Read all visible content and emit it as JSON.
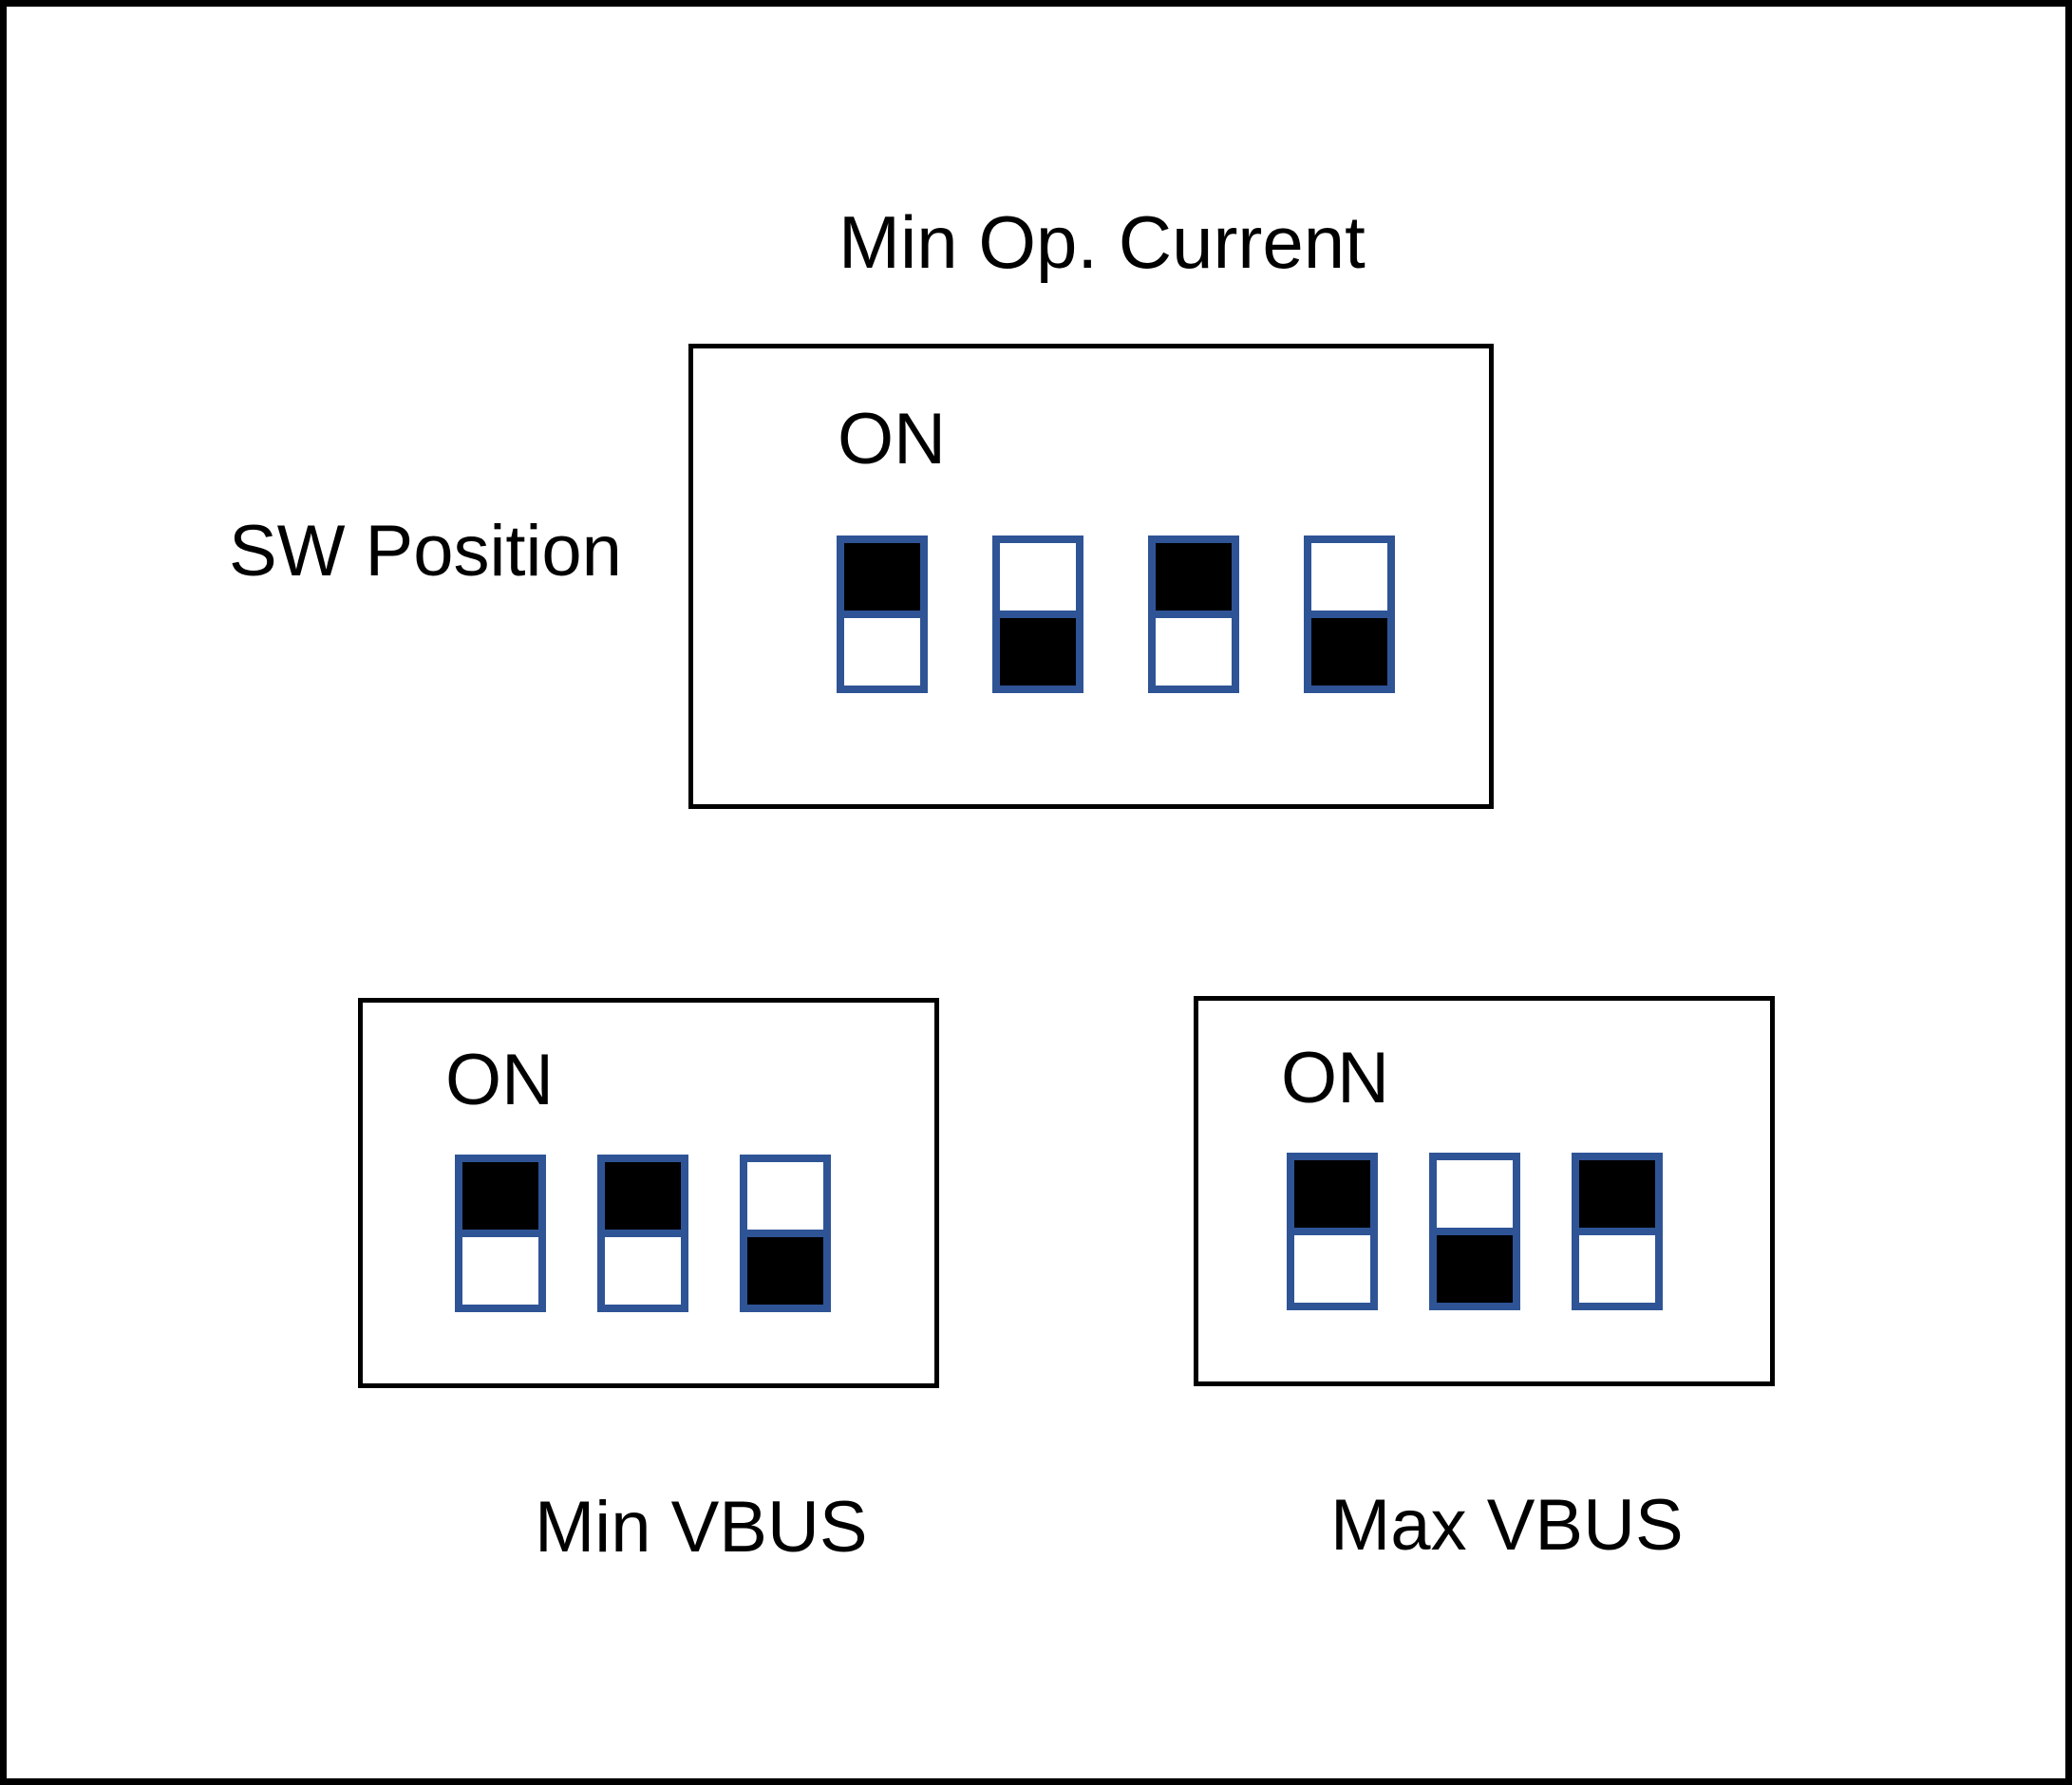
{
  "figure": {
    "title": "Min Op. Current",
    "row_label": "SW Position",
    "panels": [
      {
        "id": "min-op-current",
        "on_label": "ON",
        "caption": "Min Op. Current",
        "caption_position": "top",
        "switches": [
          "on",
          "off",
          "on",
          "off"
        ]
      },
      {
        "id": "min-vbus",
        "on_label": "ON",
        "caption": "Min VBUS",
        "caption_position": "bottom",
        "switches": [
          "on",
          "on",
          "off"
        ]
      },
      {
        "id": "max-vbus",
        "on_label": "ON",
        "caption": "Max VBUS",
        "caption_position": "bottom",
        "switches": [
          "on",
          "off",
          "on"
        ]
      }
    ],
    "legend": {
      "filled_top_means": "on",
      "filled_bottom_means": "off"
    },
    "colors": {
      "switch_outline": "#2F5496",
      "switch_fill_on": "#000000",
      "switch_fill_off": "#FFFFFF",
      "frame": "#000000",
      "background": "#FFFFFF",
      "text": "#000000"
    }
  }
}
